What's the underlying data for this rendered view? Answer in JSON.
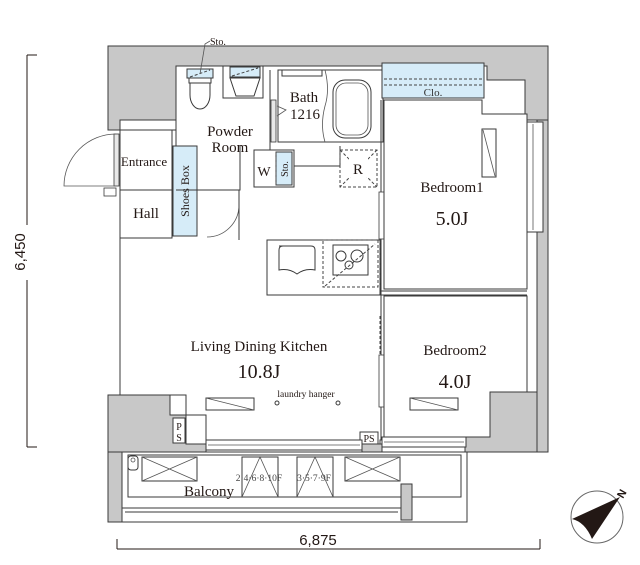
{
  "plan": {
    "dimensions": {
      "height_label": "6,450",
      "width_label": "6,875"
    },
    "compass": {
      "label": "N"
    },
    "colors": {
      "wall": "#c8c8c8",
      "storage": "#d6ecf8",
      "line": "#3a3a3a",
      "text": "#231815"
    },
    "rooms": {
      "entrance": "Entrance",
      "hall": "Hall",
      "shoes_box": "Shoes Box",
      "powder_room_line1": "Powder",
      "powder_room_line2": "Room",
      "storage_top": "Sto.",
      "washer": "W",
      "storage_side": "Sto.",
      "bath_line1": "Bath",
      "bath_line2": "1216",
      "refrigerator": "R",
      "closet": "Clo.",
      "bedroom1_name": "Bedroom1",
      "bedroom1_size": "5.0J",
      "bedroom2_name": "Bedroom2",
      "bedroom2_size": "4.0J",
      "ldk_name": "Living Dining Kitchen",
      "ldk_size": "10.8J",
      "laundry_hanger": "laundry hanger",
      "ps_left": "PS",
      "ps_right": "PS",
      "balcony": "Balcony",
      "floors_a": "2·4·6·8·10F",
      "floors_b": "3·5·7·9F"
    }
  }
}
